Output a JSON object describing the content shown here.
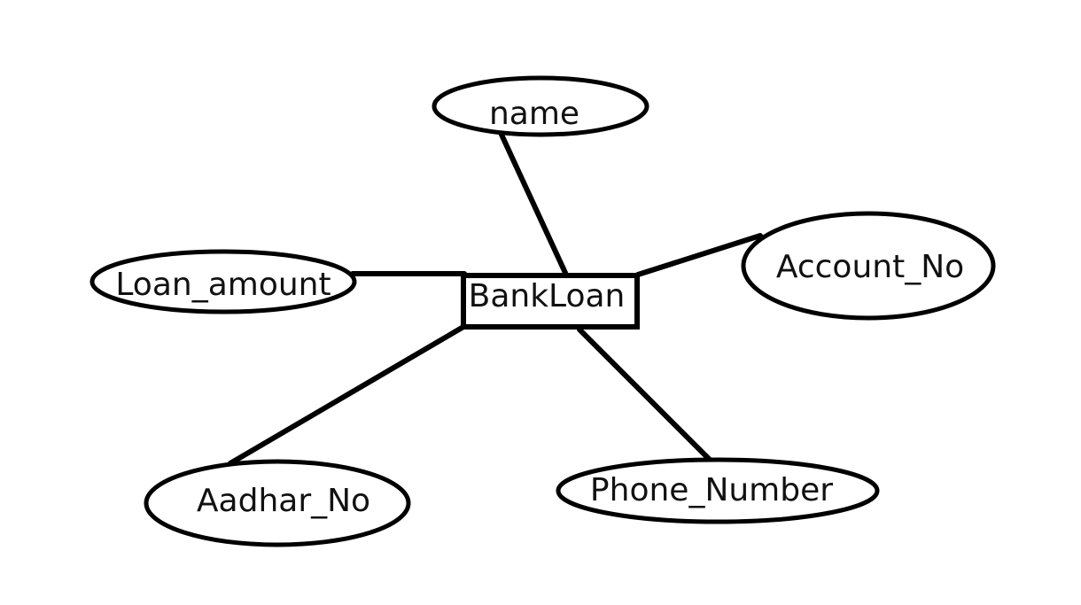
{
  "diagram": {
    "type": "er-diagram",
    "entity": {
      "label": "BankLoan"
    },
    "attributes": [
      {
        "id": "name",
        "label": "name"
      },
      {
        "id": "account-no",
        "label": "Account_No"
      },
      {
        "id": "loan-amount",
        "label": "Loan_amount"
      },
      {
        "id": "aadhar-no",
        "label": "Aadhar_No"
      },
      {
        "id": "phone-number",
        "label": "Phone_Number"
      }
    ],
    "relationships": [
      {
        "from": "BankLoan",
        "to": "name"
      },
      {
        "from": "BankLoan",
        "to": "Account_No"
      },
      {
        "from": "BankLoan",
        "to": "Loan_amount"
      },
      {
        "from": "BankLoan",
        "to": "Aadhar_No"
      },
      {
        "from": "BankLoan",
        "to": "Phone_Number"
      }
    ],
    "colors": {
      "stroke": "#000000",
      "fill": "#ffffff",
      "text": "#111111"
    }
  }
}
